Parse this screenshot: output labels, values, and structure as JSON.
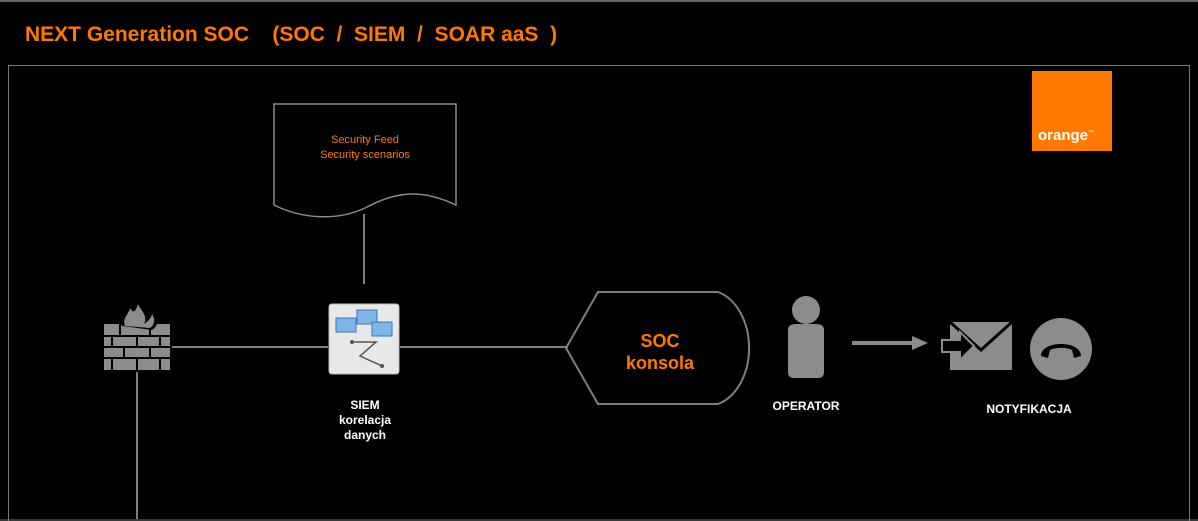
{
  "header": {
    "title": "NEXT Generation SOC    (SOC  /  SIEM  /  SOAR aaS  )"
  },
  "logo": {
    "text": "orange",
    "tm": "™"
  },
  "feed": {
    "line1": "Security Feed",
    "line2": "Security scenarios"
  },
  "soc_console": {
    "line1": "SOC",
    "line2": "konsola"
  },
  "siem": {
    "line1": "SIEM",
    "line2": "korelacja",
    "line3": "danych"
  },
  "operator": {
    "label": "OPERATOR"
  },
  "notification": {
    "label": "NOTYFIKACJA"
  },
  "icons": [
    "firewall-icon",
    "siem-network-icon",
    "operator-person-icon",
    "mail-icon",
    "phone-icon",
    "orange-logo"
  ],
  "colors": {
    "accent": "#ff7900",
    "line": "#7f7f7f",
    "icon": "#8c8c8c",
    "background": "#000000"
  }
}
